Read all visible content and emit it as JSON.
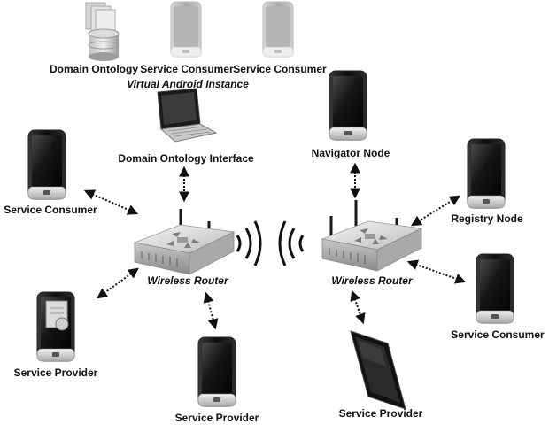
{
  "labels": {
    "domain_ontology": "Domain  Ontology",
    "virtual_consumer_1": "Service Consumer",
    "virtual_consumer_2": "Service Consumer",
    "virtual_android_instance": "Virtual Android Instance",
    "domain_ontology_interface": "Domain  Ontology Interface",
    "navigator_node": "Navigator Node",
    "left_service_consumer": "Service Consumer",
    "registry_node": "Registry Node",
    "wireless_router_left": "Wireless Router",
    "wireless_router_right": "Wireless Router",
    "right_service_consumer": "Service Consumer",
    "left_service_provider": "Service Provider",
    "bottom_service_provider": "Service Provider",
    "tablet_service_provider": "Service Provider"
  }
}
